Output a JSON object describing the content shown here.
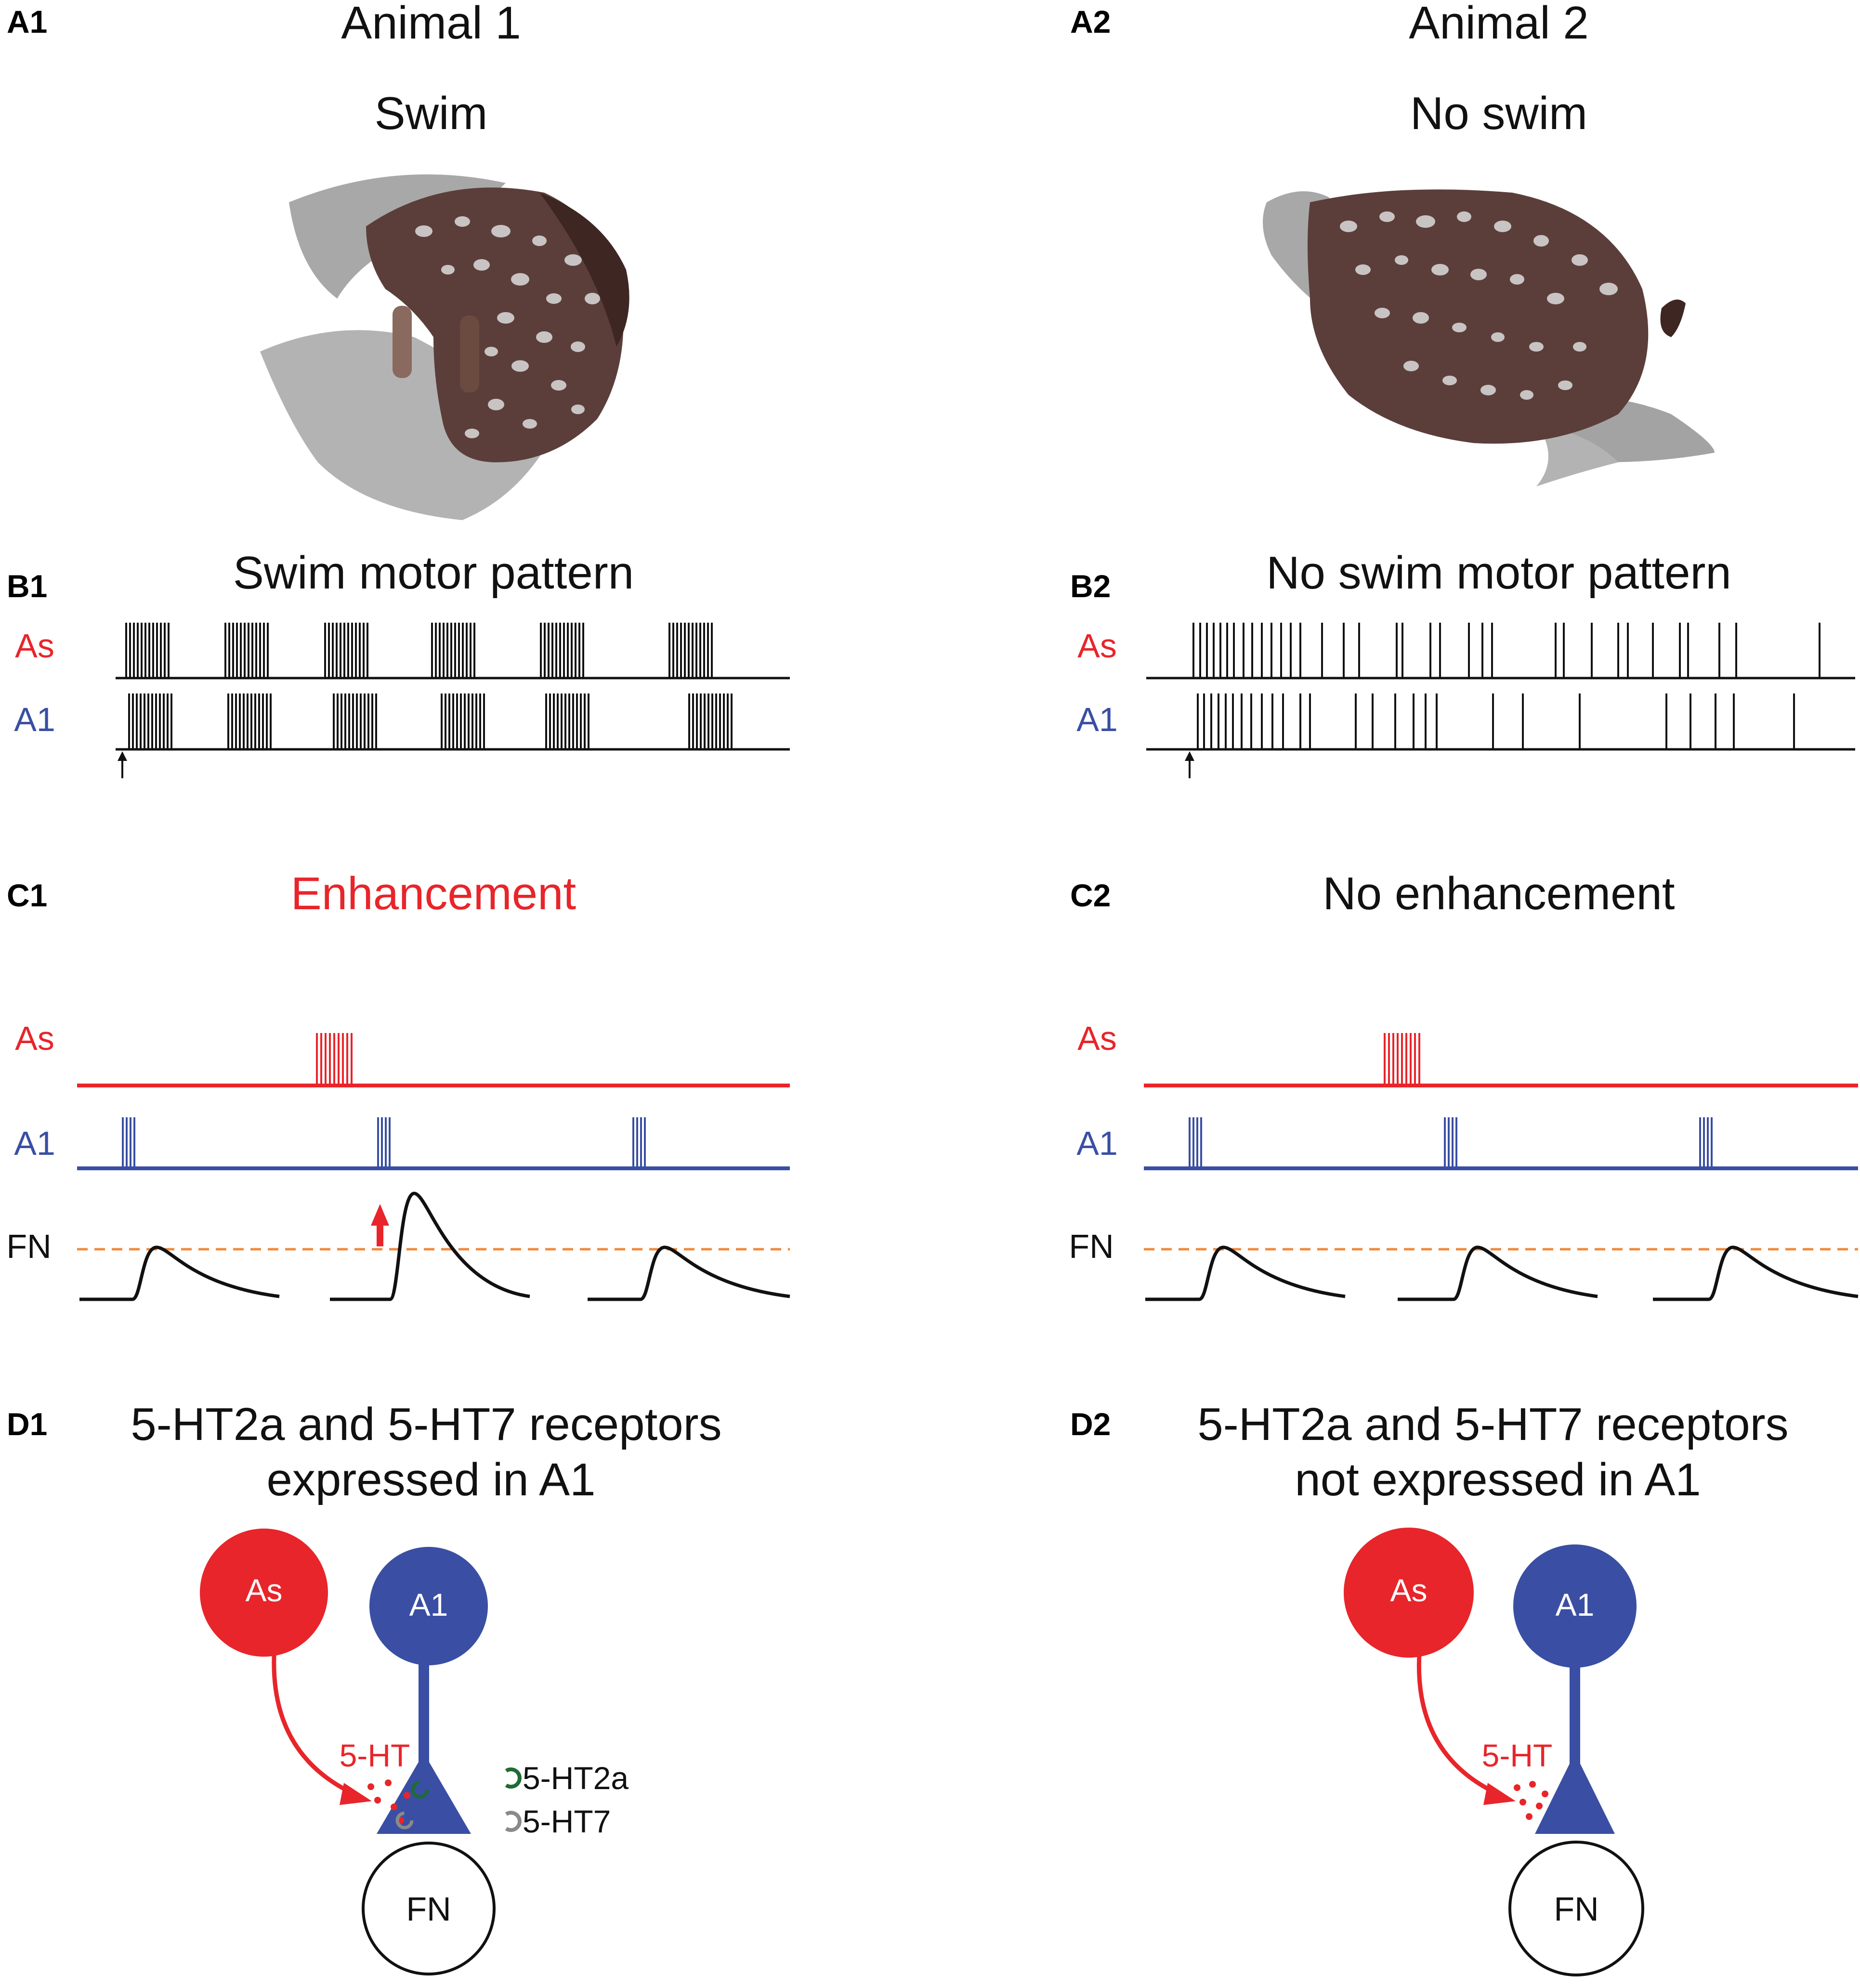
{
  "colors": {
    "red": "#e8252a",
    "blue": "#3a4fa3",
    "black": "#111111",
    "orange": "#f08a3c",
    "green": "#1e6b35",
    "gray": "#8a8a8a",
    "body": "#5b3e3a",
    "spots": "#c9c4c4",
    "fin": "#a3a3a3"
  },
  "panels": {
    "A1": {
      "label": "A1",
      "line1": "Animal 1",
      "line2": "Swim"
    },
    "A2": {
      "label": "A2",
      "line1": "Animal 2",
      "line2": "No swim"
    },
    "B1": {
      "label": "B1",
      "title": "Swim motor pattern"
    },
    "B2": {
      "label": "B2",
      "title": "No swim motor pattern"
    },
    "C1": {
      "label": "C1",
      "title": "Enhancement"
    },
    "C2": {
      "label": "C2",
      "title": "No enhancement"
    },
    "D1": {
      "label": "D1",
      "line1": "5-HT2a and 5-HT7 receptors",
      "line2": "expressed in A1"
    },
    "D2": {
      "label": "D2",
      "line1": "5-HT2a and 5-HT7 receptors",
      "line2": "not expressed in A1"
    }
  },
  "traces": {
    "as": "As",
    "a1": "A1",
    "fn": "FN"
  },
  "neurons": {
    "as": "As",
    "a1": "A1",
    "fn": "FN",
    "transmitter": "5-HT"
  },
  "legend": {
    "ht2a": "5-HT2a",
    "ht7": "5-HT7"
  }
}
